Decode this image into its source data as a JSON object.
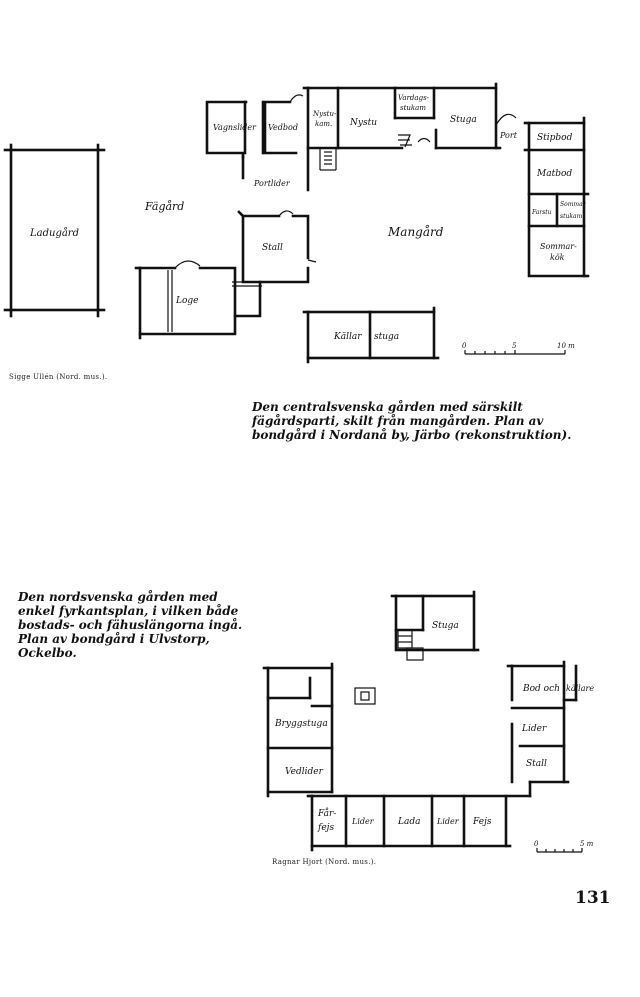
{
  "plan1": {
    "rooms": {
      "ladugard": "Ladugård",
      "fagard": "Fägård",
      "vagnslider": "Vagnslider",
      "vedbod": "Vedbod",
      "nystukam_a": "Nystu-",
      "nystukam_b": "kam.",
      "nystu": "Nystu",
      "vardagsstukam_a": "Vardags-",
      "vardagsstukam_b": "stukam",
      "stuga": "Stuga",
      "port": "Port",
      "stipbod": "Stipbod",
      "portlider": "Portlider",
      "matbod": "Matbod",
      "farstu": "Farstu",
      "sommarstukam_a": "Sommar",
      "sommarstukam_b": "stukam",
      "mangard": "Mangård",
      "stall": "Stall",
      "sommarkok_a": "Sommar-",
      "sommarkok_b": "kök",
      "loge": "Loge",
      "kallar": "Källar",
      "kallarstuga": "stuga"
    },
    "scale": {
      "zero": "0",
      "mid": "5",
      "end": "10 m"
    }
  },
  "credit1": "Sigge Ullén (Nord. mus.).",
  "caption1": "Den centralsvenska gården med särskilt fägårdsparti, skilt från mangården. Plan av bondgård i Nordanå by, Järbo (rekonstruktion).",
  "caption2": "Den nordsvenska gården med enkel fyrkantsplan, i vilken både bostads- och fähuslängorna ingå. Plan av bondgård i Ulvstorp, Ockelbo.",
  "plan2": {
    "rooms": {
      "stuga": "Stuga",
      "bryggstuga": "Bryggstuga",
      "vedlider": "Vedlider",
      "bod": "Bod och",
      "kallare": "källare",
      "lider_r": "Lider",
      "stall": "Stall",
      "farfejs_a": "Får-",
      "farfejs_b": "fejs",
      "lider1": "Lider",
      "lada": "Lada",
      "lider2": "Lider",
      "fejs": "Fejs"
    },
    "scale": {
      "zero": "0",
      "end": "5 m"
    }
  },
  "credit2": "Ragnar Hjort (Nord. mus.).",
  "page_number": "131"
}
